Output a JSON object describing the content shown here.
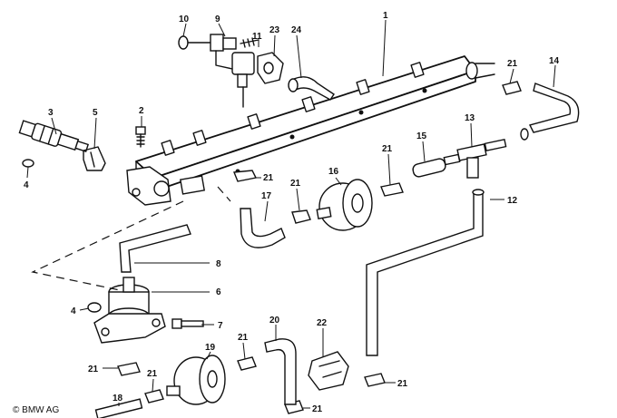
{
  "copyright": "© BMW AG",
  "labels": {
    "p1": "1",
    "p2": "2",
    "p3": "3",
    "p4a": "4",
    "p4b": "4",
    "p5": "5",
    "p6": "6",
    "p7": "7",
    "p8": "8",
    "p9": "9",
    "p10": "10",
    "p11": "11",
    "p12": "12",
    "p13": "13",
    "p14": "14",
    "p15": "15",
    "p16": "16",
    "p17": "17",
    "p18": "18",
    "p19": "19",
    "p20": "20",
    "p21a": "21",
    "p21b": "21",
    "p21c": "21",
    "p21d": "21",
    "p21e": "21",
    "p21f": "21",
    "p21g": "21",
    "p21h": "21",
    "p21i": "21",
    "p22": "22",
    "p23": "23",
    "p24": "24"
  }
}
